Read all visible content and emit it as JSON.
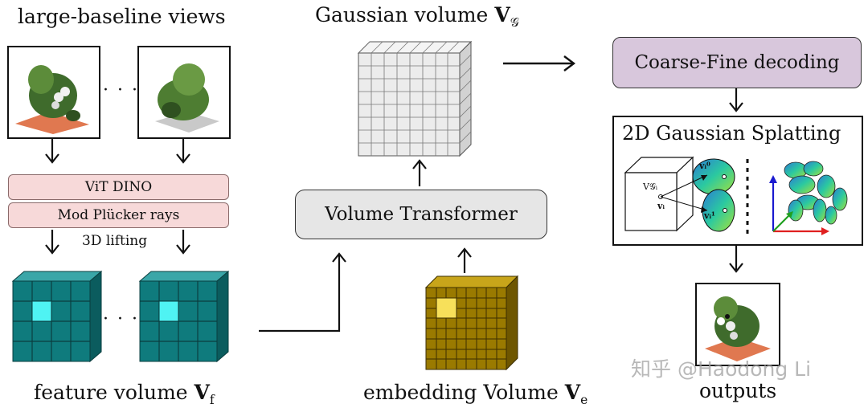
{
  "labels": {
    "views_title": "large-baseline views",
    "ellipsis_top": "· · ·",
    "ellipsis_bottom": "· · ·",
    "vit": "ViT DINO",
    "plucker": "Mod Plücker rays",
    "lifting": "3D lifting",
    "feature_volume_text": "feature volume ",
    "feature_volume_sym": "V",
    "feature_volume_sub": "f",
    "gaussian_volume_text": "Gaussian volume ",
    "gaussian_volume_sym": "V",
    "gaussian_volume_sub": "𝒢",
    "volume_transformer": "Volume Transformer",
    "embedding_volume_text": "embedding Volume ",
    "embedding_volume_sym": "V",
    "embedding_volume_sub": "e",
    "coarse_fine": "Coarse-Fine decoding",
    "splatting": "2D Gaussian Splatting",
    "vg_label": "V𝒢ᵢ",
    "vi_label": "vᵢ",
    "vi0_label": "vᵢ⁰",
    "vi1_label": "vᵢ¹",
    "outputs": "outputs",
    "watermark": "知乎 @Haodong Li"
  },
  "colors": {
    "pink": "#f7d9d9",
    "grey": "#e6e6e6",
    "purple": "#d8c7dc",
    "teal": "#0f7b7d",
    "teal_highlight": "#4ff3f3",
    "olive": "#9a7a00",
    "olive_highlight": "#f7e05a"
  }
}
